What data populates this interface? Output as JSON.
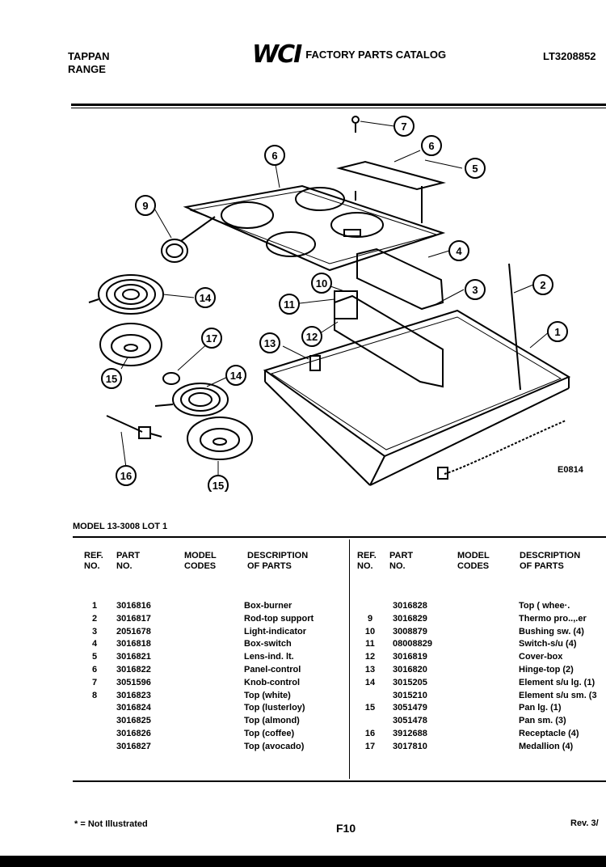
{
  "header": {
    "brand_line1": "TAPPAN",
    "brand_line2": "RANGE",
    "logo": "WCI",
    "catalog_title": "FACTORY PARTS CATALOG",
    "catalog_number": "LT3208852"
  },
  "diagram": {
    "callouts": [
      "1",
      "2",
      "3",
      "4",
      "5",
      "6",
      "6",
      "7",
      "9",
      "10",
      "11",
      "12",
      "13",
      "14",
      "14",
      "15",
      "15",
      "16",
      "17"
    ],
    "figure_code": "E0814"
  },
  "model_line": "MODEL 13-3008 LOT 1",
  "table": {
    "headers": {
      "ref_no": [
        "REF.",
        "NO."
      ],
      "part_no": [
        "PART",
        "NO."
      ],
      "model_codes": [
        "MODEL",
        "CODES"
      ],
      "description": [
        "DESCRIPTION",
        "OF PARTS"
      ]
    },
    "left": {
      "ref": [
        "1",
        "2",
        "3",
        "4",
        "5",
        "6",
        "7",
        "8",
        "",
        "",
        "",
        ""
      ],
      "part": [
        "3016816",
        "3016817",
        "2051678",
        "3016818",
        "3016821",
        "3016822",
        "3051596",
        "3016823",
        "3016824",
        "3016825",
        "3016826",
        "3016827"
      ],
      "desc": [
        "Box-burner",
        "Rod-top support",
        "Light-indicator",
        "Box-switch",
        "Lens-ind. lt.",
        "Panel-control",
        "Knob-control",
        "Top (white)",
        "Top (lusterloy)",
        "Top (almond)",
        "Top (coffee)",
        "Top (avocado)"
      ]
    },
    "right": {
      "ref": [
        "",
        "9",
        "10",
        "11",
        "12",
        "13",
        "14",
        "",
        "15",
        "",
        "16",
        "17"
      ],
      "part": [
        "3016828",
        "3016829",
        "3008879",
        "08008829",
        "3016819",
        "3016820",
        "3015205",
        "3015210",
        "3051479",
        "3051478",
        "3912688",
        "3017810"
      ],
      "desc": [
        "Top ( whee·.",
        "Thermo pro..,.er",
        "Bushing sw. (4)",
        "Switch-s/u (4)",
        "Cover-box",
        "Hinge-top (2)",
        "Element s/u lg. (1)",
        "Element s/u sm. (3",
        "Pan lg. (1)",
        "Pan sm. (3)",
        "Receptacle (4)",
        "Medallion (4)"
      ]
    }
  },
  "footer": {
    "note": "* = Not Illustrated",
    "page": "F10",
    "rev": "Rev. 3/"
  }
}
